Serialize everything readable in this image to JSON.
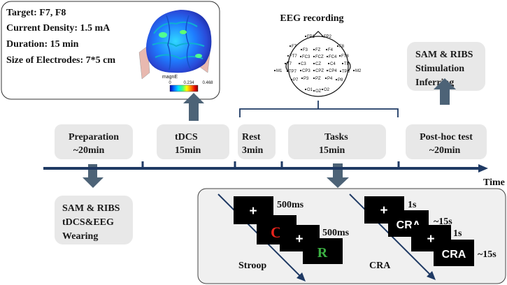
{
  "stimulation_box": {
    "lines": [
      "Target: F7, F8",
      "Current Density: 1.5 mA",
      "Duration: 15 min",
      "Size of Electrodes: 7*5 cm"
    ],
    "colorbar_title": "magnE",
    "colorbar_ticks": [
      "0",
      "0.234",
      "0.468"
    ]
  },
  "eeg": {
    "title": "EEG recording",
    "channels": [
      "FP1",
      "FP2",
      "F7",
      "F3",
      "FZ",
      "F4",
      "F8",
      "FT7",
      "FC3",
      "FCZ",
      "FC4",
      "FT8",
      "T7",
      "C3",
      "CZ",
      "C4",
      "T8",
      "M1",
      "M2",
      "TP7",
      "CP3",
      "CPZ",
      "CP4",
      "TP8",
      "P7",
      "P3",
      "PZ",
      "P4",
      "P8",
      "O1",
      "OZ",
      "O2"
    ]
  },
  "phases": [
    {
      "line1": "Preparation",
      "line2": "~20min"
    },
    {
      "line1": "tDCS",
      "line2": "15min"
    },
    {
      "line1": "Rest",
      "line2": "3min"
    },
    {
      "line1": "Tasks",
      "line2": "15min"
    },
    {
      "line1": "Post-hoc test",
      "line2": "~20min"
    }
  ],
  "prep_box": {
    "lines": [
      "SAM & RIBS",
      "tDCS&EEG",
      "Wearing"
    ]
  },
  "outcome_box": {
    "lines": [
      "SAM & RIBS",
      "Stimulation",
      "Inferring"
    ]
  },
  "timeline": {
    "label": "Time"
  },
  "tasks_panel": {
    "stroop": {
      "name": "Stroop",
      "fixation": "+",
      "durations": [
        "500ms",
        "500ms"
      ],
      "stimuli": [
        {
          "letter": "C",
          "color": "#e8231c"
        },
        {
          "letter": "R",
          "color": "#3cb043"
        }
      ]
    },
    "cra": {
      "name": "CRA",
      "fixation": "+",
      "stimulus": "CRA",
      "durations": [
        "1s",
        "~15s",
        "1s",
        "~15s"
      ]
    }
  },
  "colors": {
    "timeline": "#1f3a64",
    "arrow": "#4d6377",
    "box_fill": "#e8e8e8",
    "panel_fill": "#f0f0f0",
    "colorbar": [
      "#0000b4",
      "#0070ff",
      "#00e0ff",
      "#40ff80",
      "#ffff00",
      "#ff8000",
      "#e00000",
      "#800000"
    ]
  }
}
